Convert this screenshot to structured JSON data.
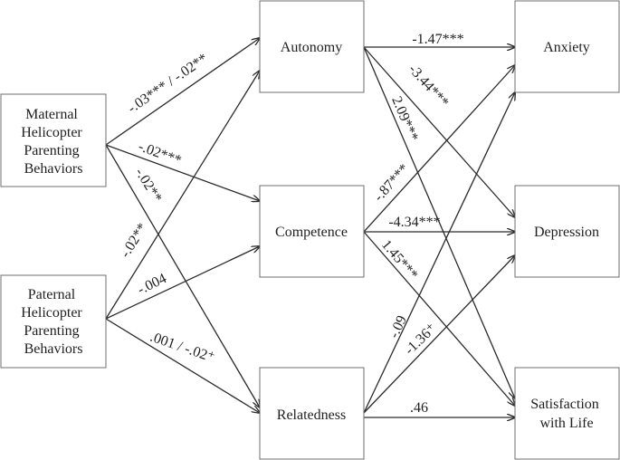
{
  "nodes": {
    "maternal": [
      "Maternal",
      "Helicopter",
      "Parenting",
      "Behaviors"
    ],
    "paternal": [
      "Paternal",
      "Helicopter",
      "Parenting",
      "Behaviors"
    ],
    "autonomy": [
      "Autonomy"
    ],
    "competence": [
      "Competence"
    ],
    "relatedness": [
      "Relatedness"
    ],
    "anxiety": [
      "Anxiety"
    ],
    "depression": [
      "Depression"
    ],
    "satisfaction": [
      "Satisfaction",
      "with Life"
    ]
  },
  "paths": {
    "mat_aut": "-.03*** / -.02**",
    "mat_comp": "-.02***",
    "mat_rel": "-.02**",
    "pat_aut": "-.02**",
    "pat_comp": "-.004",
    "pat_rel": ".001 / -.02⁺",
    "aut_anx": "-1.47***",
    "aut_dep": "-3.44***",
    "aut_sat": "2.09***",
    "comp_anx": "-.87***",
    "comp_dep": "-4.34***",
    "comp_sat": "1.45***",
    "rel_anx": "-.09",
    "rel_dep": "-1.36⁺",
    "rel_sat": ".46"
  }
}
